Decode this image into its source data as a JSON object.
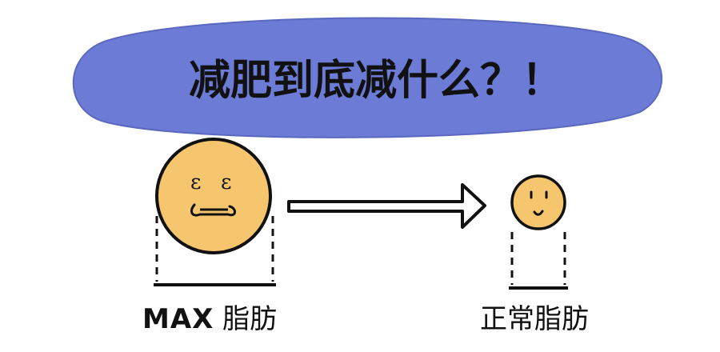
{
  "title": {
    "text": "减肥到底减什么？！",
    "bubble_color": "#6c7bd5"
  },
  "before": {
    "label_strong": "MAX",
    "label_rest": " 脂肪",
    "face_color": "#f6c66e"
  },
  "after": {
    "label": "正常脂肪",
    "face_color": "#f6c66e"
  },
  "arrow": {
    "direction": "right"
  }
}
